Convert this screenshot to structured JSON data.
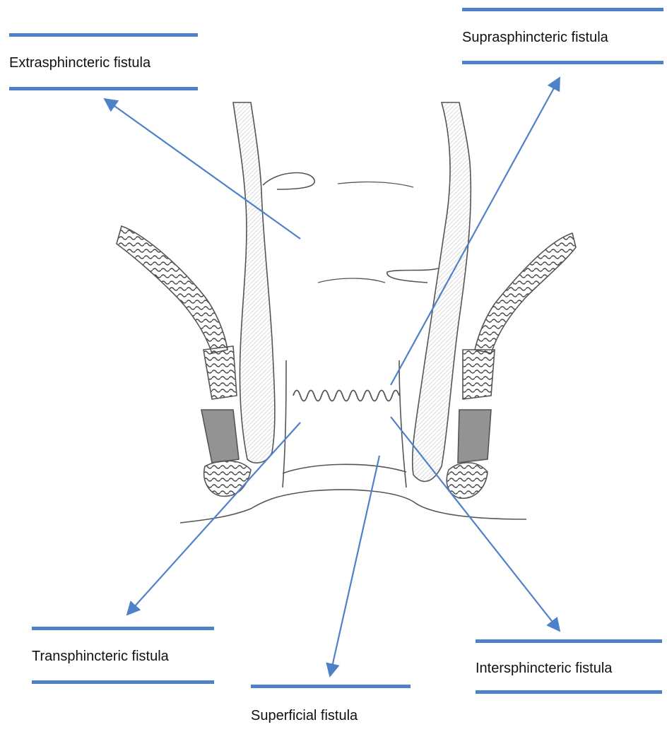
{
  "labels": {
    "extrasphincteric": "Extrasphincteric fistula",
    "suprasphincteric": "Suprasphincteric fistula",
    "transphincteric": "Transphincteric fistula",
    "superficial": "Superficial fistula",
    "intersphincteric": "Intersphincteric fistula"
  },
  "colors": {
    "accent": "#4f81c9",
    "ink": "#111111",
    "sketch": "#555555"
  }
}
